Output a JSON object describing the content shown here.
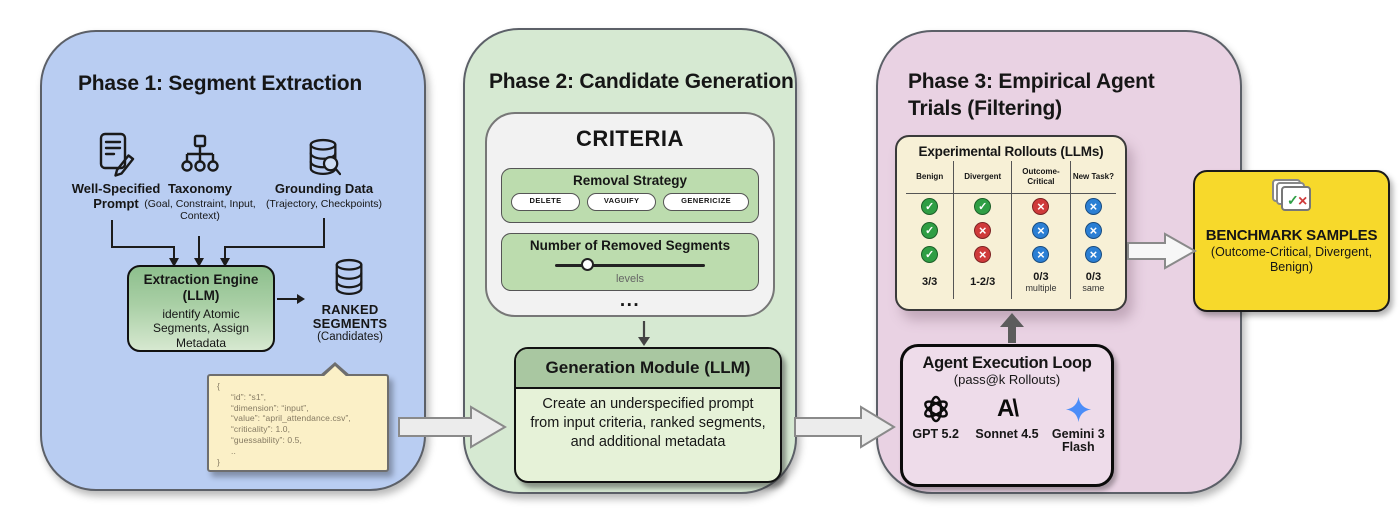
{
  "phase1": {
    "title": "Phase 1: Segment Extraction",
    "inputs": [
      {
        "icon": "doc-pencil-icon",
        "label": "Well-Specified Prompt",
        "sub": ""
      },
      {
        "icon": "taxonomy-icon",
        "label": "Taxonomy",
        "sub": "(Goal, Constraint, Input, Context)"
      },
      {
        "icon": "database-search-icon",
        "label": "Grounding Data",
        "sub": "(Trajectory, Checkpoints)"
      }
    ],
    "engine": {
      "title": "Extraction Engine",
      "subtitle": "(LLM)",
      "body": "identify Atomic Segments, Assign Metadata"
    },
    "ranked": {
      "title": "RANKED SEGMENTS",
      "sub": "(Candidates)",
      "icon": "database-icon"
    },
    "callout_lines": [
      "{",
      "“id”: “s1”,",
      "“dimension”: “input”,",
      "“value”: “april_attendance.csv”,",
      "“criticality”: 1.0,",
      "“guessability”: 0.5,",
      "..",
      "}"
    ]
  },
  "phase2": {
    "title": "Phase 2: Candidate Generation",
    "criteria": {
      "title": "CRITERIA",
      "removal": {
        "title": "Removal Strategy",
        "options": [
          "DELETE",
          "VAGUIFY",
          "GENERICIZE"
        ]
      },
      "number": {
        "title": "Number of Removed Segments",
        "slider_label": "levels"
      },
      "ellipsis": "..."
    },
    "module": {
      "title": "Generation Module (LLM)",
      "body": "Create an underspecified prompt from input criteria, ranked segments, and additional metadata"
    }
  },
  "phase3": {
    "title": "Phase 3: Empirical Agent Trials (Filtering)",
    "rollouts": {
      "title": "Experimental Rollouts (LLMs)",
      "columns": [
        {
          "header": "Benign",
          "cells": [
            "check-green",
            "check-green",
            "check-green"
          ],
          "summary": "3/3",
          "note": ""
        },
        {
          "header": "Divergent",
          "cells": [
            "check-green",
            "cross-red",
            "cross-red"
          ],
          "summary": "1-2/3",
          "note": ""
        },
        {
          "header": "Outcome-Critical",
          "cells": [
            "cross-red",
            "cross-blue",
            "cross-blue"
          ],
          "summary": "0/3",
          "note": "multiple"
        },
        {
          "header": "New Task?",
          "cells": [
            "cross-blue",
            "cross-blue",
            "cross-blue"
          ],
          "summary": "0/3",
          "note": "same"
        }
      ]
    },
    "loop": {
      "title": "Agent Execution Loop",
      "subtitle": "(pass@k Rollouts)",
      "models": [
        {
          "icon": "openai-icon",
          "label": "GPT 5.2"
        },
        {
          "icon": "anthropic-icon",
          "label": "Sonnet 4.5"
        },
        {
          "icon": "gemini-icon",
          "label": "Gemini 3 Flash"
        }
      ]
    }
  },
  "output_box": {
    "icon": "sample-cards-icon",
    "title": "BENCHMARK SAMPLES",
    "subtitle": "(Outcome-Critical, Divergent, Benign)"
  },
  "colors": {
    "panel1": "#b9cdf2",
    "panel2": "#d6e9d2",
    "panel3": "#e9d2e3",
    "accent_yellow": "#f7d92b",
    "check_green": "#2f9e44",
    "cross_red": "#cf3a3a",
    "cross_blue": "#2b7fd4",
    "gemini_blue": "#4b8df8"
  }
}
